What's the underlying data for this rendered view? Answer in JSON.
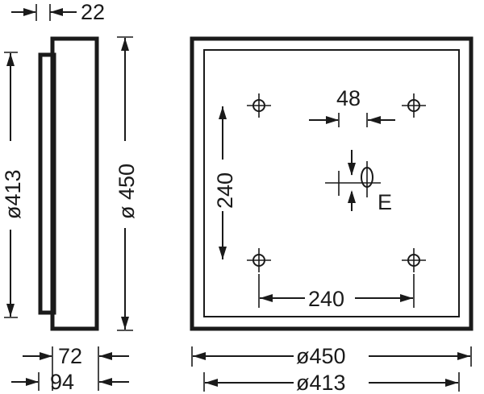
{
  "labels": {
    "side_offset": "22",
    "side_inner_dia": "ø413",
    "side_outer_dia": "ø 450",
    "side_depth_inner": "72",
    "side_depth_outer": "94",
    "spacing_small": "48",
    "spacing_vertical": "240",
    "spacing_horizontal": "240",
    "earth_mark": "E",
    "front_outer_dia": "ø450",
    "front_inner_dia": "ø413"
  }
}
